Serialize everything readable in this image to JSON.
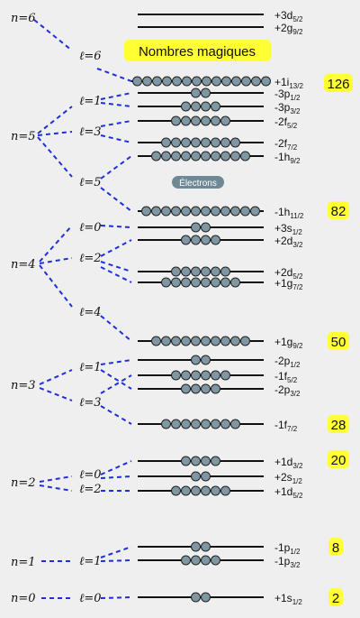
{
  "title": "Nombres magiques",
  "electrons_label": "Électrons",
  "colors": {
    "background": "#efefef",
    "title_bg": "#ffff33",
    "magic_bg": "#ffff33",
    "dash": "#1f2fd6",
    "electron_fill": "#7f97a3",
    "electron_stroke": "#222222",
    "level_line": "#111111",
    "badge_bg": "#6e8896"
  },
  "n_labels": [
    {
      "prefix": "n",
      "eq": "=6",
      "id": "n6"
    },
    {
      "prefix": "n",
      "eq": "=5",
      "id": "n5"
    },
    {
      "prefix": "n",
      "eq": "=4",
      "id": "n4"
    },
    {
      "prefix": "n",
      "eq": "=3",
      "id": "n3"
    },
    {
      "prefix": "n",
      "eq": "=2",
      "id": "n2"
    },
    {
      "prefix": "n",
      "eq": "=1",
      "id": "n1"
    },
    {
      "prefix": "n",
      "eq": "=0",
      "id": "n0"
    }
  ],
  "l_labels": [
    {
      "prefix": "ℓ",
      "eq": "=6",
      "id": "l6-n6"
    },
    {
      "prefix": "ℓ",
      "eq": "=1",
      "id": "l1-n5"
    },
    {
      "prefix": "ℓ",
      "eq": "=3",
      "id": "l3-n5"
    },
    {
      "prefix": "ℓ",
      "eq": "=5",
      "id": "l5-n5"
    },
    {
      "prefix": "ℓ",
      "eq": "=0",
      "id": "l0-n4"
    },
    {
      "prefix": "ℓ",
      "eq": "=2",
      "id": "l2-n4"
    },
    {
      "prefix": "ℓ",
      "eq": "=4",
      "id": "l4-n4"
    },
    {
      "prefix": "ℓ",
      "eq": "=1",
      "id": "l1-n3"
    },
    {
      "prefix": "ℓ",
      "eq": "=3",
      "id": "l3-n3"
    },
    {
      "prefix": "ℓ",
      "eq": "=0",
      "id": "l0-n2"
    },
    {
      "prefix": "ℓ",
      "eq": "=2",
      "id": "l2-n2"
    },
    {
      "prefix": "ℓ",
      "eq": "=1",
      "id": "l1-n1"
    },
    {
      "prefix": "ℓ",
      "eq": "=0",
      "id": "l0-n0"
    }
  ],
  "levels": [
    {
      "sign": "+",
      "main": "3d",
      "sub": "5/2",
      "electrons": 0
    },
    {
      "sign": "+",
      "main": "2g",
      "sub": "9/2",
      "electrons": 0
    },
    {
      "sign": "+",
      "main": "1i",
      "sub": "13/2",
      "electrons": 14
    },
    {
      "sign": "-",
      "main": "3p",
      "sub": "1/2",
      "electrons": 2
    },
    {
      "sign": "-",
      "main": "3p",
      "sub": "3/2",
      "electrons": 4
    },
    {
      "sign": "-",
      "main": "2f",
      "sub": "5/2",
      "electrons": 6
    },
    {
      "sign": "-",
      "main": "2f",
      "sub": "7/2",
      "electrons": 8
    },
    {
      "sign": "-",
      "main": "1h",
      "sub": "9/2",
      "electrons": 10
    },
    {
      "sign": "-",
      "main": "1h",
      "sub": "11/2",
      "electrons": 12
    },
    {
      "sign": "+",
      "main": "3s",
      "sub": "1/2",
      "electrons": 2
    },
    {
      "sign": "+",
      "main": "2d",
      "sub": "3/2",
      "electrons": 4
    },
    {
      "sign": "+",
      "main": "2d",
      "sub": "5/2",
      "electrons": 6
    },
    {
      "sign": "+",
      "main": "1g",
      "sub": "7/2",
      "electrons": 8
    },
    {
      "sign": "+",
      "main": "1g",
      "sub": "9/2",
      "electrons": 10
    },
    {
      "sign": "-",
      "main": "2p",
      "sub": "1/2",
      "electrons": 2
    },
    {
      "sign": "-",
      "main": "1f",
      "sub": "5/2",
      "electrons": 6
    },
    {
      "sign": "-",
      "main": "2p",
      "sub": "3/2",
      "electrons": 4
    },
    {
      "sign": "-",
      "main": "1f",
      "sub": "7/2",
      "electrons": 8
    },
    {
      "sign": "+",
      "main": "1d",
      "sub": "3/2",
      "electrons": 4
    },
    {
      "sign": "+",
      "main": "2s",
      "sub": "1/2",
      "electrons": 2
    },
    {
      "sign": "+",
      "main": "1d",
      "sub": "5/2",
      "electrons": 6
    },
    {
      "sign": "-",
      "main": "1p",
      "sub": "1/2",
      "electrons": 2
    },
    {
      "sign": "-",
      "main": "1p",
      "sub": "3/2",
      "electrons": 4
    },
    {
      "sign": "+",
      "main": "1s",
      "sub": "1/2",
      "electrons": 2
    }
  ],
  "magic_numbers": [
    "126",
    "82",
    "50",
    "28",
    "20",
    "8",
    "2"
  ]
}
